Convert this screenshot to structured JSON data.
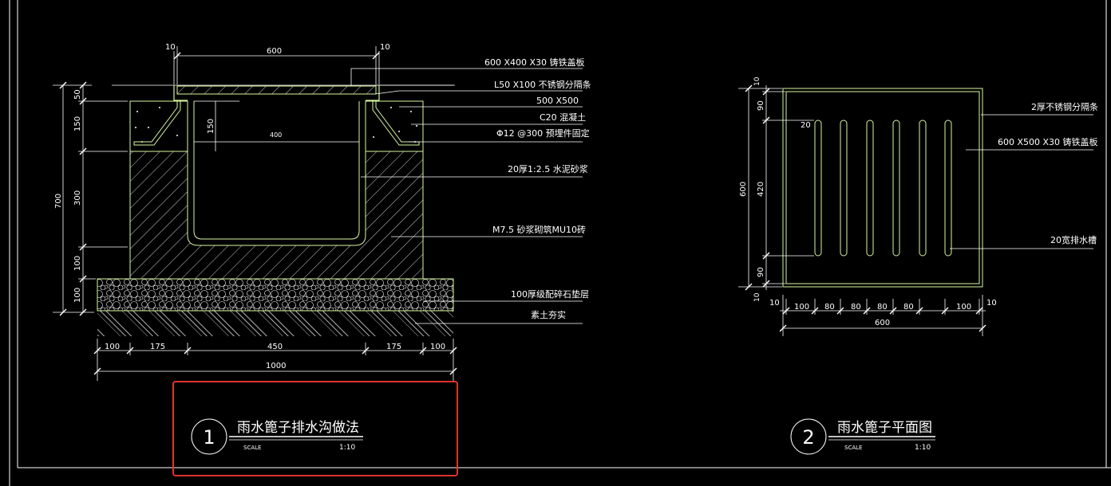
{
  "colors": {
    "background": "#000000",
    "line": "#ffffff",
    "outline": "#d7f7a0",
    "highlight": "#e0332e"
  },
  "detail1": {
    "dims_top": [
      "10",
      "600",
      "10"
    ],
    "dims_left": [
      "50",
      "150",
      "300",
      "100",
      "100"
    ],
    "dim_left_total": "700",
    "dim_inner_150": "150",
    "dim_inner_400": "400",
    "dims_bottom": [
      "100",
      "175",
      "450",
      "175",
      "100"
    ],
    "dim_bottom_total": "1000",
    "notes": [
      "600 X400 X30 铸铁盖板",
      "L50 X100 不锈钢分隔条",
      "500 X500",
      "C20 混凝土",
      "Φ12 @300 预埋件固定",
      "20厚1:2.5 水泥砂浆",
      "M7.5 砂浆砌筑MU10砖",
      "100厚级配碎石垫层",
      "素土夯实"
    ],
    "title_number": "1",
    "title": "雨水篦子排水沟做法",
    "scale_label": "SCALE",
    "scale_value": "1:10"
  },
  "detail2": {
    "dims_left_outer": [
      "10",
      "10"
    ],
    "dims_left": [
      "90",
      "420",
      "90"
    ],
    "dim_left_total": "600",
    "dim_slot": "20",
    "dims_bottom": [
      "10",
      "100",
      "80",
      "80",
      "80",
      "80",
      "100",
      "10"
    ],
    "dim_bottom_total": "600",
    "notes": [
      "2厚不锈钢分隔条",
      "600 X500 X30 铸铁盖板",
      "20宽排水槽"
    ],
    "title_number": "2",
    "title": "雨水篦子平面图",
    "scale_label": "SCALE",
    "scale_value": "1:10"
  }
}
